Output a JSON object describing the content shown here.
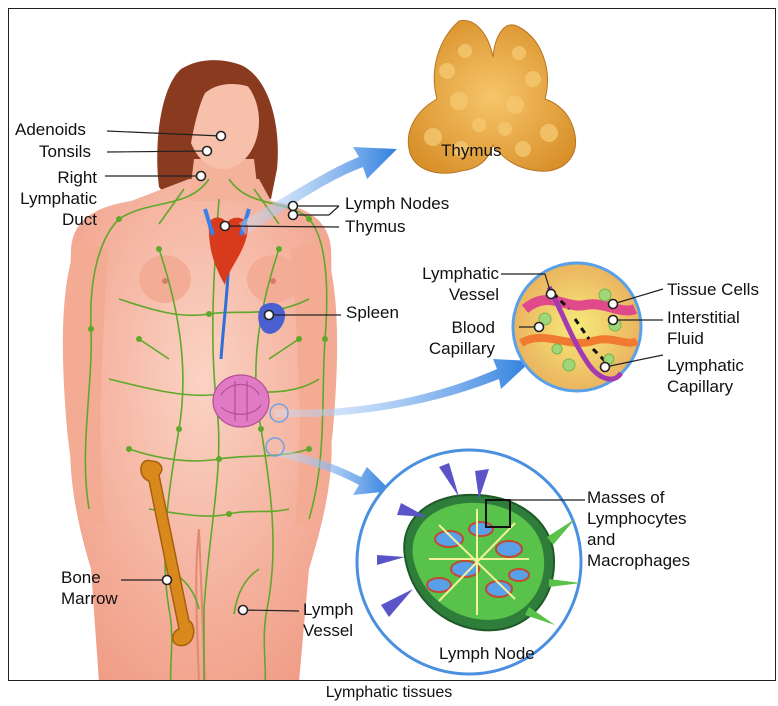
{
  "caption": "Lymphatic tissues",
  "labels": {
    "adenoids": "Adenoids",
    "tonsils": "Tonsils",
    "right_lymphatic_duct": [
      "Right",
      "Lymphatic",
      "Duct"
    ],
    "lymph_nodes": "Lymph Nodes",
    "thymus": "Thymus",
    "thymus_organ": "Thymus",
    "spleen": "Spleen",
    "bone_marrow": [
      "Bone",
      "Marrow"
    ],
    "lymph_vessel": [
      "Lymph",
      "Vessel"
    ],
    "lymph_node": "Lymph Node",
    "lymphatic_vessel": [
      "Lymphatic",
      "Vessel"
    ],
    "blood_capillary": [
      "Blood",
      "Capillary"
    ],
    "tissue_cells": "Tissue Cells",
    "interstitial_fluid": [
      "Interstitial",
      "Fluid"
    ],
    "lymphatic_capillary": [
      "Lymphatic",
      "Capillary"
    ],
    "masses": [
      "Masses of",
      "Lymphocytes",
      "and",
      "Macrophages"
    ]
  },
  "colors": {
    "skin": "#f6b9a4",
    "hair": "#8a3a1f",
    "lymph": "#5fa82a",
    "thymus": "#e8a43c",
    "arrow": "#2f7fe0",
    "heart": "#d83a1c",
    "spleen": "#4a5fd0",
    "intestine": "#e07ac4",
    "bone": "#d9891c",
    "node_fill": "#59c24a"
  }
}
